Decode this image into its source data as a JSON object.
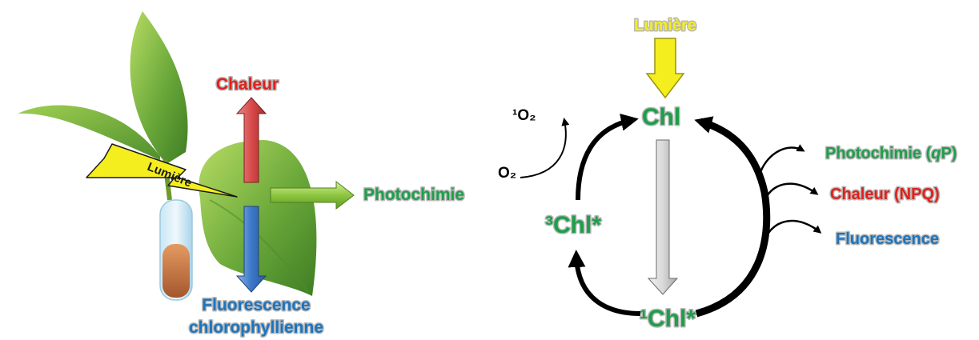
{
  "left_panel": {
    "heat_label": "Chaleur",
    "light_label": "Lumière",
    "photochem_label": "Photochimie",
    "fluor_line1": "Fluorescence",
    "fluor_line2": "chlorophyllienne"
  },
  "right_panel": {
    "light_label": "Lumière",
    "chl_label": "Chl",
    "singlet_o2_label": "¹O₂",
    "o2_label": "O₂",
    "triplet_label": "³Chl*",
    "singlet_label": "¹Chl*",
    "out_photochem_prefix": "Photochimie (",
    "out_photochem_q": "q",
    "out_photochem_suffix": "P)",
    "out_heat": "Chaleur (NPQ)",
    "out_fluor": "Fluorescence"
  },
  "colors": {
    "green_text": "#1e9e4a",
    "red_text": "#e0201a",
    "blue_text": "#1a74bf",
    "yellow": "#f5ee1f",
    "heat_arrow": "#d84a4a",
    "fluor_arrow": "#3b78c8",
    "photochem_arrow": "#8dc63f",
    "leaf": "#6aa83a"
  }
}
